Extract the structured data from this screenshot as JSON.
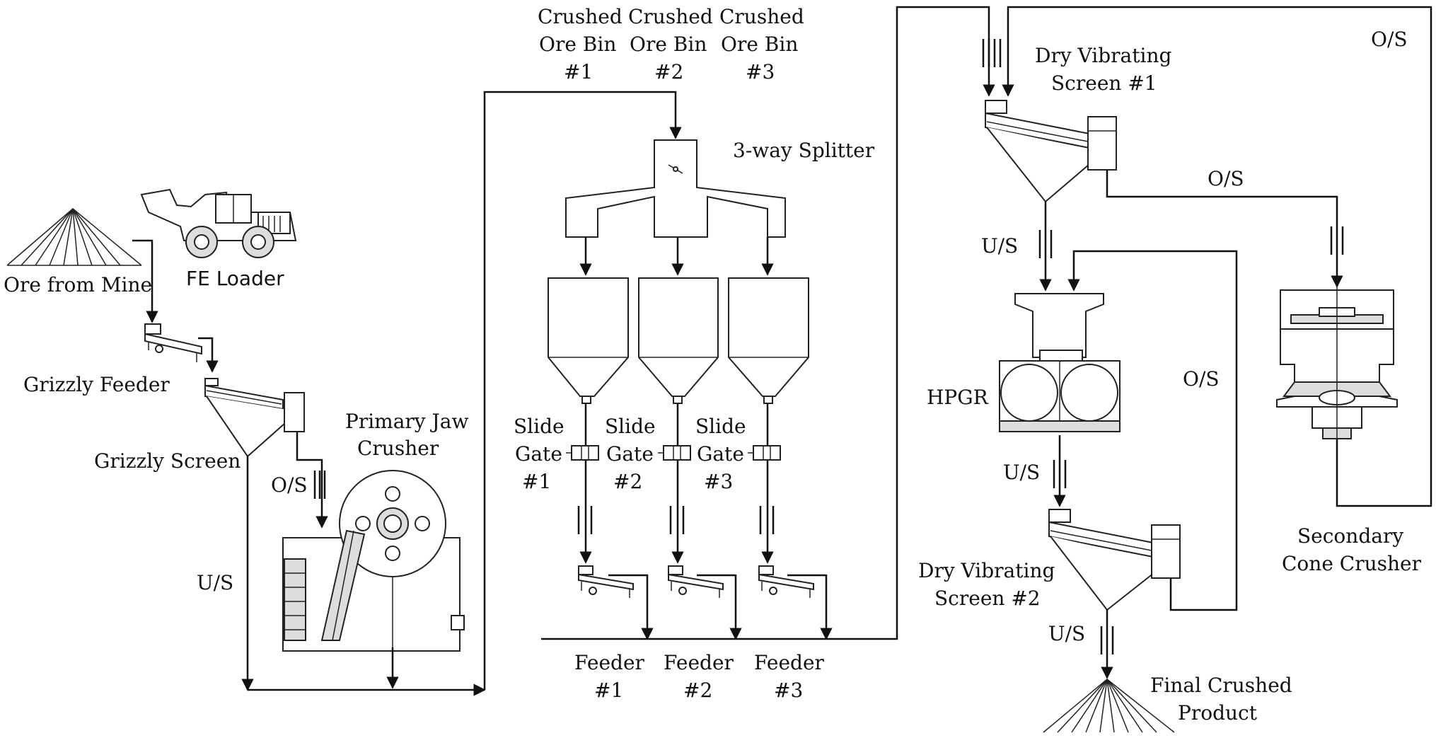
{
  "labels": {
    "ore_from_mine": "Ore from Mine",
    "fe_loader": "FE Loader",
    "grizzly_feeder": "Grizzly Feeder",
    "grizzly_screen": "Grizzly Screen",
    "os_grizzly": "O/S",
    "us_grizzly": "U/S",
    "primary_jaw_crusher": [
      "Primary Jaw",
      "Crusher"
    ],
    "crushed_ore_bins": [
      [
        "Crushed",
        "Ore Bin",
        "#1"
      ],
      [
        "Crushed",
        "Ore Bin",
        "#2"
      ],
      [
        "Crushed",
        "Ore Bin",
        "#3"
      ]
    ],
    "splitter": "3-way Splitter",
    "slide_gates": [
      [
        "Slide",
        "Gate",
        "#1"
      ],
      [
        "Slide",
        "Gate",
        "#2"
      ],
      [
        "Slide",
        "Gate",
        "#3"
      ]
    ],
    "feeders": [
      [
        "Feeder",
        "#1"
      ],
      [
        "Feeder",
        "#2"
      ],
      [
        "Feeder",
        "#3"
      ]
    ],
    "dry_screen_1": [
      "Dry Vibrating",
      "Screen #1"
    ],
    "os_top": "O/S",
    "os_screen1": "O/S",
    "us_screen1": "U/S",
    "hpgr": "HPGR",
    "os_hpgr": "O/S",
    "us_hpgr": "U/S",
    "dry_screen_2": [
      "Dry Vibrating",
      "Screen #2"
    ],
    "us_screen2": "U/S",
    "final_product": [
      "Final Crushed",
      "Product"
    ],
    "cone_crusher": [
      "Secondary",
      "Cone Crusher"
    ]
  },
  "colors": {
    "line": "#111111",
    "equipment_fill": "#ffffff",
    "shade": "#dddddd"
  }
}
